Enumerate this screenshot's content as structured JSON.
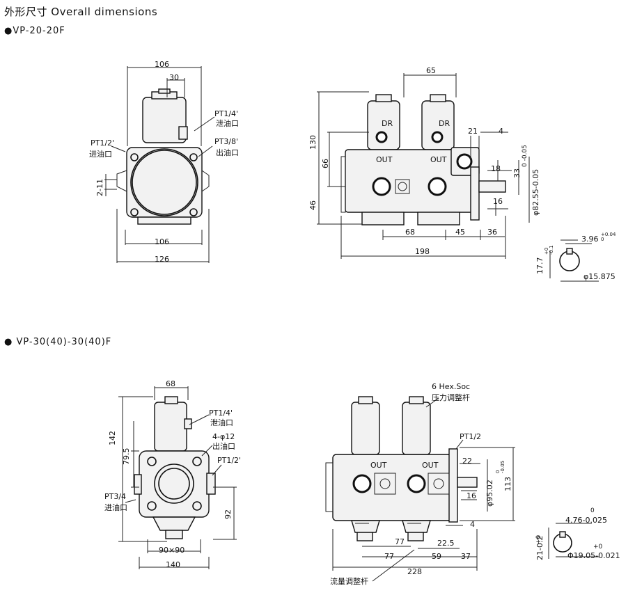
{
  "header": {
    "title": "外形尺寸 Overall dimensions"
  },
  "model_a": {
    "name": "●VP-20-20F",
    "front": {
      "dim_top_width": "106",
      "dim_port_offset": "30",
      "drain_port": "PT1/4'",
      "drain_label": "泄油口",
      "inlet_port": "PT1/2'",
      "inlet_label": "进油口",
      "outlet_port": "PT3/8'",
      "outlet_label": "出油口",
      "dim_slot": "2-11",
      "dim_bottom_inner": "106",
      "dim_bottom_outer": "126"
    },
    "side": {
      "dim_center": "65",
      "dim_height_total": "130",
      "dim_upper": "66",
      "dim_lower": "46",
      "dr_label_1": "DR",
      "dr_label_2": "DR",
      "out_label_1": "OUT",
      "out_label_2": "OUT",
      "dim_21": "21",
      "dim_4": "4",
      "dim_18": "18",
      "dim_33": "33",
      "dim_shaft_tol": "0\n-0.05",
      "dim_16": "16",
      "dim_flange": "φ82.55-0.05",
      "dim_68": "68",
      "dim_45": "45",
      "dim_36": "36",
      "dim_total_length": "198"
    },
    "key": {
      "dim_key": "3.96",
      "dim_key_tol": "+0.04\n0",
      "dim_height": "17.7",
      "dim_height_tol": "+0\n-0.1",
      "dim_shaft": "φ15.875"
    }
  },
  "model_b": {
    "name": "● VP-30(40)-30(40)F",
    "front": {
      "dim_top_width": "68",
      "dim_height_total": "142",
      "dim_upper": "79.5",
      "drain_port": "PT1/4'",
      "drain_label": "泄油口",
      "bolt_holes": "4-φ12",
      "outlet_label": "出油口",
      "outlet_port": "PT1/2'",
      "inlet_port": "PT3/4",
      "inlet_label": "进油口",
      "dim_lower": "92",
      "dim_square": "90×90",
      "dim_bottom": "140"
    },
    "side": {
      "hex_label": "6 Hex.Soc",
      "pressure_label": "压力调整杆",
      "port": "PT1/2",
      "out_label_1": "OUT",
      "out_label_2": "OUT",
      "dim_22": "22",
      "dim_flange": "φ95.02",
      "dim_flange_tol": "0\n-0.05",
      "dim_113": "113",
      "dim_16": "16",
      "dim_4": "4",
      "dim_77a": "77",
      "dim_22_5": "22.5",
      "dim_77b": "77",
      "dim_59": "59",
      "dim_37": "37",
      "dim_total_length": "228",
      "flow_label": "流量调整杆"
    },
    "key": {
      "dim_key": "4.76-0.025",
      "dim_key_tol": "0",
      "dim_height": "21-0.2",
      "dim_height_tol": "+0",
      "dim_shaft": "Φ19.05-0.021",
      "dim_shaft_tol": "+0"
    }
  }
}
